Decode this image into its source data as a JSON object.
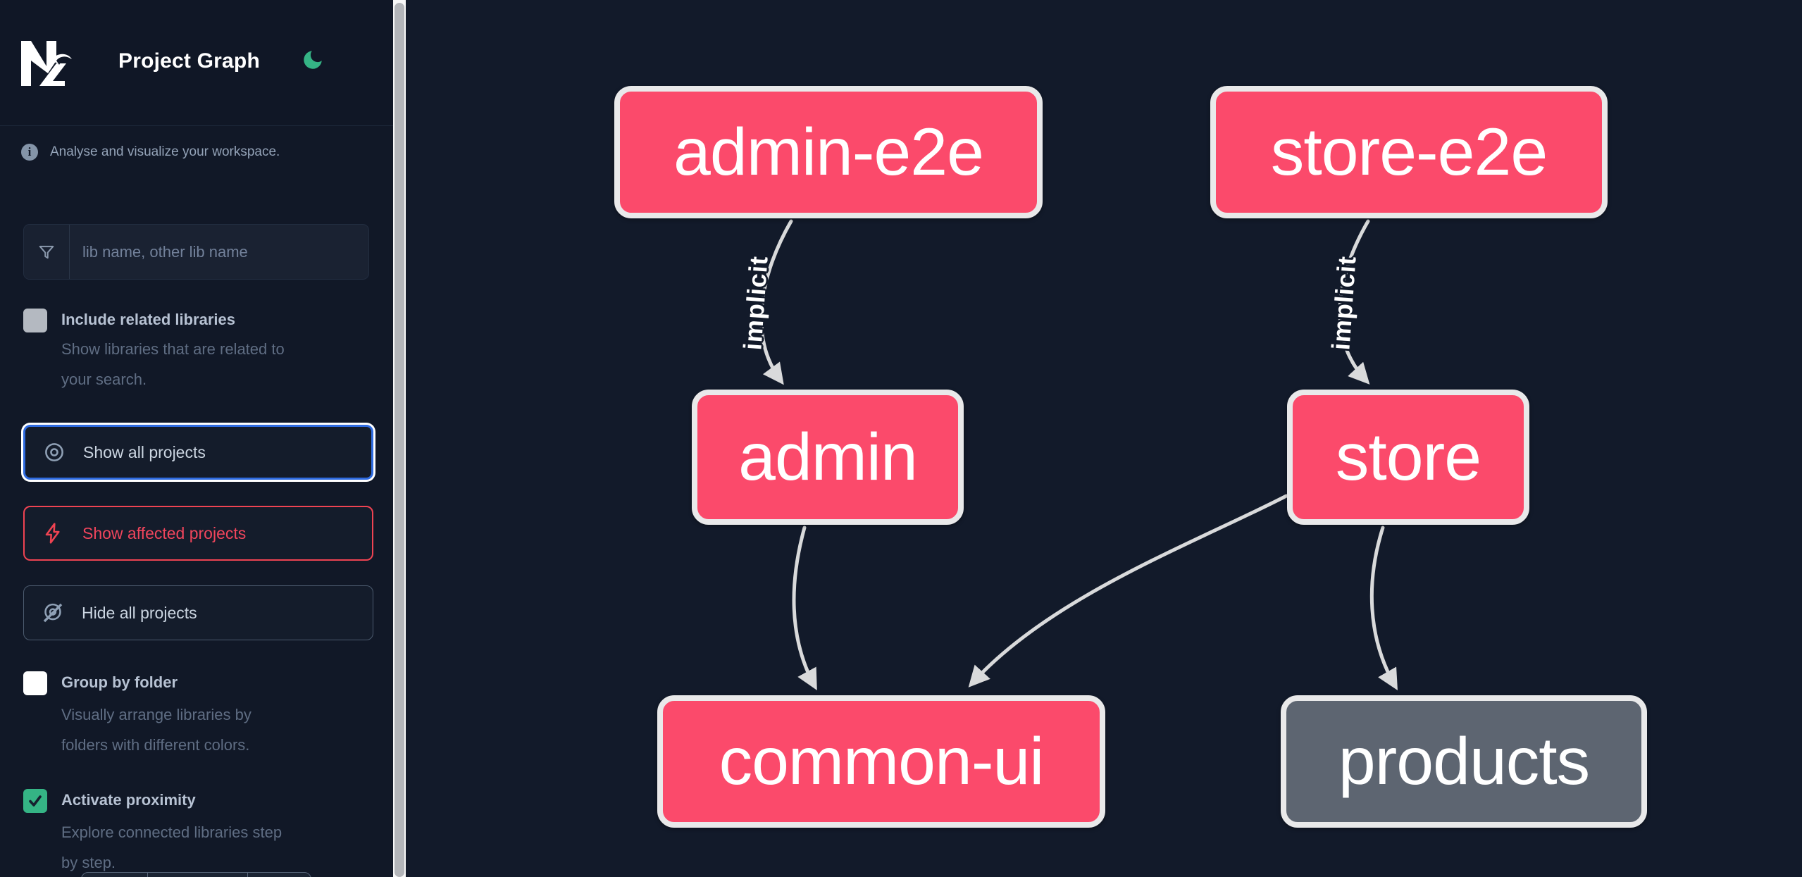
{
  "app": {
    "title": "Project Graph"
  },
  "colors": {
    "affected_node": "#fb4a6b",
    "normal_node": "#5d6571",
    "accent_green": "#35b485",
    "affected_red": "#ef4352",
    "focus_blue": "#2f6be0",
    "edge_gray": "#d9dadb"
  },
  "sidebar": {
    "tagline": "Analyse and visualize your workspace.",
    "search": {
      "placeholder": "lib name, other lib name",
      "value": ""
    },
    "toggles": [
      {
        "label": "Include related libraries",
        "checked": false,
        "desc_lines": [
          "Show libraries that are related to",
          "your search."
        ]
      },
      {
        "label": "Group by folder",
        "checked": false,
        "desc_lines": [
          "Visually arrange libraries by",
          "folders with different colors."
        ]
      },
      {
        "label": "Activate proximity",
        "checked": true,
        "desc_lines": [
          "Explore connected libraries step",
          "by step."
        ]
      }
    ],
    "actions": [
      {
        "label": "Show all projects",
        "state": "focused"
      },
      {
        "label": "Show affected projects",
        "state": "affected"
      },
      {
        "label": "Hide all projects",
        "state": "default"
      }
    ]
  },
  "graph": {
    "nodes": [
      {
        "id": "admin-e2e",
        "label": "admin-e2e",
        "type": "affected"
      },
      {
        "id": "store-e2e",
        "label": "store-e2e",
        "type": "affected"
      },
      {
        "id": "admin",
        "label": "admin",
        "type": "affected"
      },
      {
        "id": "store",
        "label": "store",
        "type": "affected"
      },
      {
        "id": "common-ui",
        "label": "common-ui",
        "type": "affected"
      },
      {
        "id": "products",
        "label": "products",
        "type": "normal"
      }
    ],
    "edges": [
      {
        "from": "admin-e2e",
        "to": "admin",
        "label": "implicit"
      },
      {
        "from": "store-e2e",
        "to": "store",
        "label": "implicit"
      },
      {
        "from": "admin",
        "to": "common-ui",
        "label": ""
      },
      {
        "from": "store",
        "to": "common-ui",
        "label": ""
      },
      {
        "from": "store",
        "to": "products",
        "label": ""
      }
    ]
  }
}
